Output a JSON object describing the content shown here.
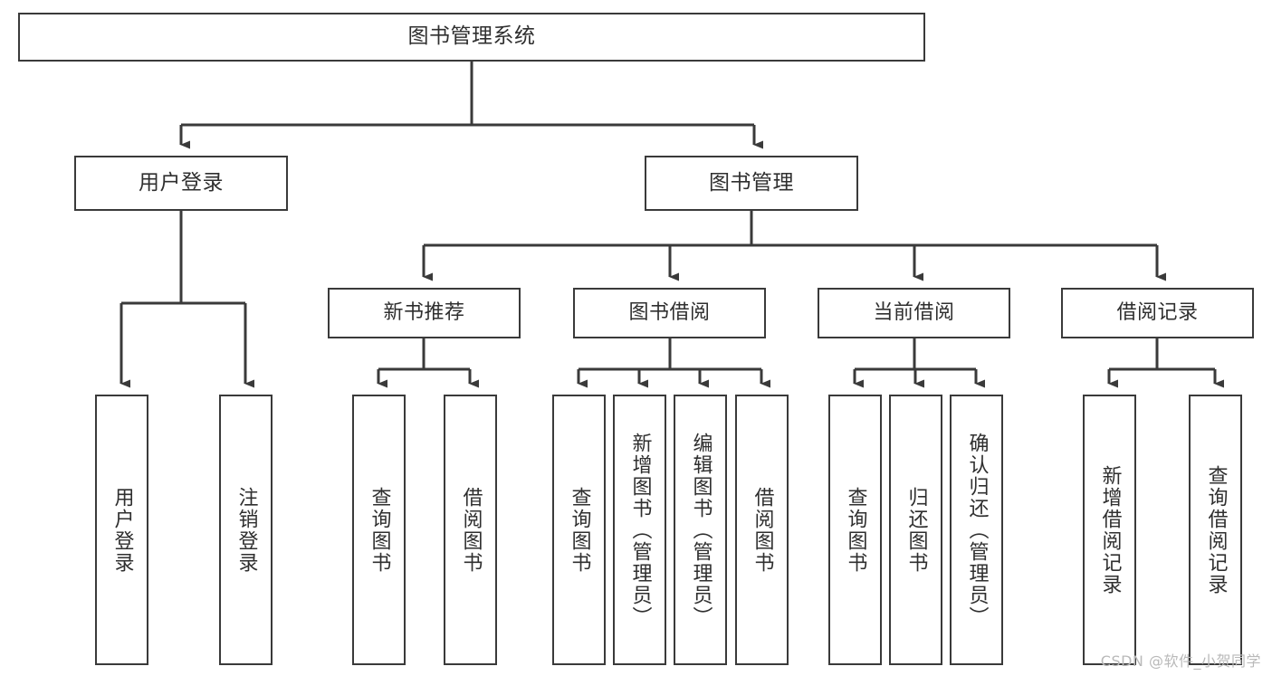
{
  "diagram": {
    "type": "tree-hierarchy-diagram",
    "title": "图书管理系统",
    "orientation": "top-down",
    "colors": {
      "box_border": "#3a3a3a",
      "box_fill": "#ffffff",
      "connector": "#3a3a3a",
      "text": "#2f2f2f",
      "background": "#ffffff",
      "watermark": "#b9b9b9"
    }
  },
  "root": {
    "label": "图书管理系统"
  },
  "level1": [
    {
      "label": "用户登录"
    },
    {
      "label": "图书管理"
    }
  ],
  "level2": [
    {
      "label": "新书推荐"
    },
    {
      "label": "图书借阅"
    },
    {
      "label": "当前借阅"
    },
    {
      "label": "借阅记录"
    }
  ],
  "leaves": {
    "user_login": [
      {
        "label": "用户登录"
      },
      {
        "label": "注销登录"
      }
    ],
    "new_book_recommend": [
      {
        "label": "查询图书"
      },
      {
        "label": "借阅图书"
      }
    ],
    "book_borrow": [
      {
        "label": "查询图书"
      },
      {
        "label": "新增图书（管理员）"
      },
      {
        "label": "编辑图书（管理员）"
      },
      {
        "label": "借阅图书"
      }
    ],
    "current_borrow": [
      {
        "label": "查询图书"
      },
      {
        "label": "归还图书"
      },
      {
        "label": "确认归还（管理员）"
      }
    ],
    "borrow_record": [
      {
        "label": "新增借阅记录"
      },
      {
        "label": "查询借阅记录"
      }
    ]
  },
  "watermark": {
    "text": "CSDN @软件_小贺同学"
  }
}
